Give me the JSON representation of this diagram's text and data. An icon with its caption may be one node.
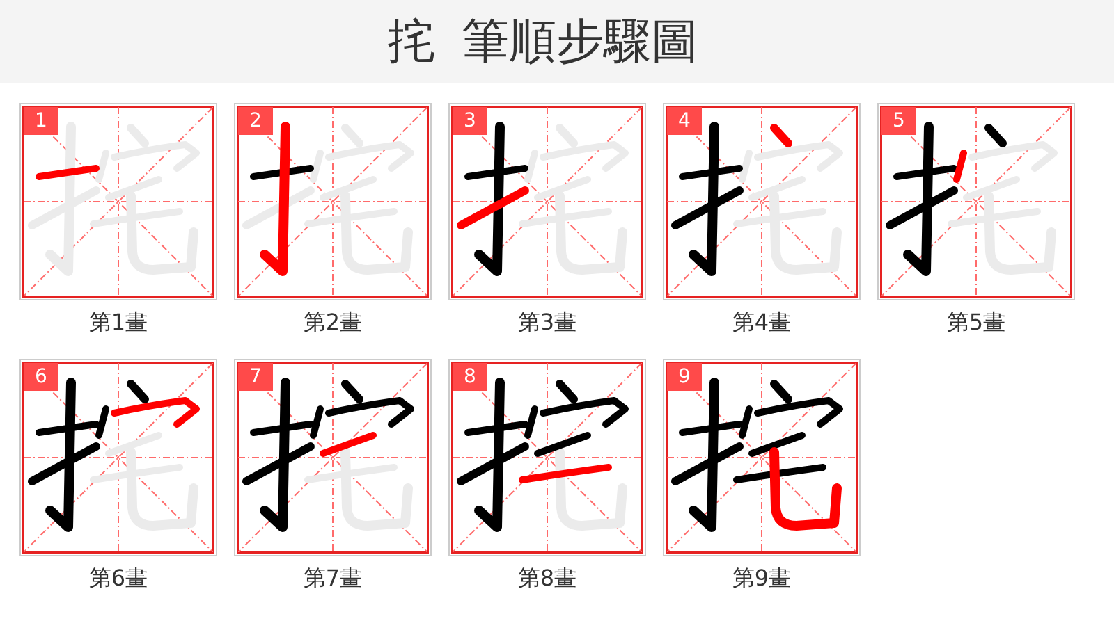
{
  "diagram": {
    "title": "挓 筆順步驟圖",
    "nodes": [
      {
        "text": [
          "1"
        ],
        "beside": [
          "第1畫"
        ]
      },
      {
        "text": [
          "2"
        ],
        "beside": [
          "第2畫"
        ]
      },
      {
        "text": [
          "3"
        ],
        "beside": [
          "第3畫"
        ]
      },
      {
        "text": [
          "4"
        ],
        "beside": [
          "第4畫"
        ]
      },
      {
        "text": [
          "5"
        ],
        "beside": [
          "第5畫"
        ]
      },
      {
        "text": [
          "6"
        ],
        "beside": [
          "第6畫"
        ]
      },
      {
        "text": [
          "7"
        ],
        "beside": [
          "第7畫"
        ]
      },
      {
        "text": [
          "8"
        ],
        "beside": [
          "第8畫"
        ]
      },
      {
        "text": [
          "9"
        ],
        "beside": [
          "第9畫"
        ]
      }
    ]
  }
}
